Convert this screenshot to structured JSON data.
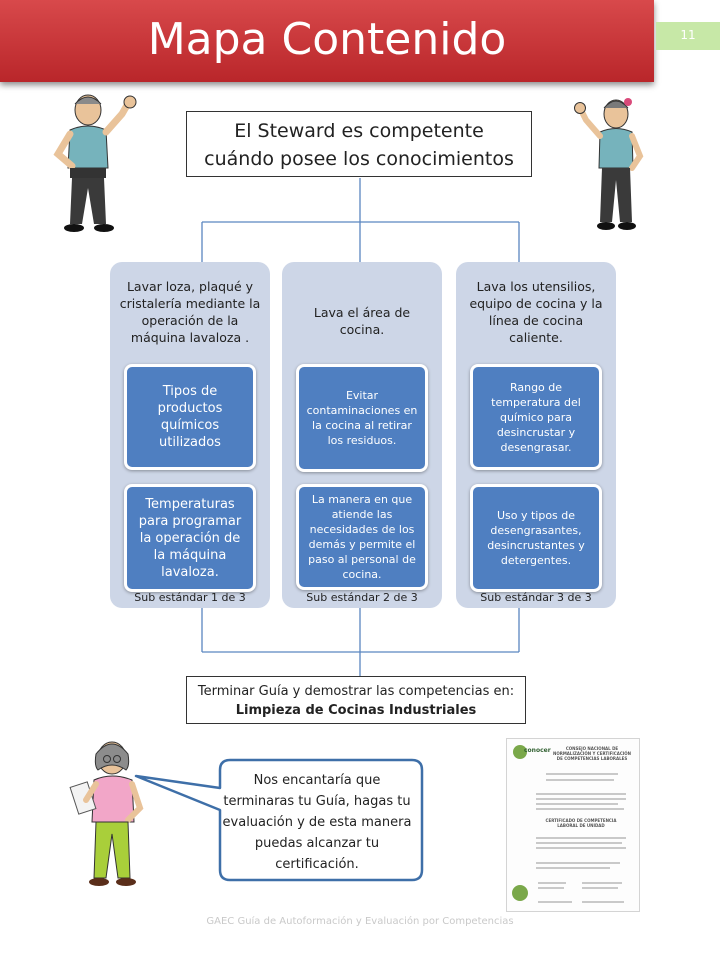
{
  "header": {
    "title": "Mapa Contenido",
    "page_number": "11"
  },
  "top_box": {
    "line1": "El Steward es competente",
    "line2": "cuándo posee los conocimientos"
  },
  "columns": [
    {
      "heading": "Lavar loza, plaqué y cristalería mediante la operación de la máquina lavaloza .",
      "cards": [
        "Tipos de productos químicos utilizados",
        "Temperaturas para programar la operación de la máquina lavaloza."
      ],
      "label": "Sub estándar  1 de 3"
    },
    {
      "heading": "Lava el área de cocina.",
      "cards": [
        "Evitar contaminaciones en la cocina al retirar los residuos.",
        "La manera en que atiende las necesidades de los demás y permite el paso al personal de cocina."
      ],
      "label": "Sub estándar  2 de 3"
    },
    {
      "heading": "Lava los utensilios, equipo de cocina y la línea de cocina caliente.",
      "cards": [
        "Rango de temperatura del químico para desincrustar y desengrasar.",
        "Uso y tipos de desengrasantes, desincrustantes y detergentes."
      ],
      "label": "Sub estándar 3 de 3"
    }
  ],
  "bottom_box": {
    "line1": "Terminar Guía y demostrar las competencias en:",
    "line2": "Limpieza de Cocinas Industriales"
  },
  "speech_bubble": {
    "text": "Nos encantaría que terminaras tu Guía, hagas tu evaluación y de esta manera puedas alcanzar tu certificación."
  },
  "certificate": {
    "logo": "conocer",
    "heading": "CONSEJO NACIONAL DE NORMALIZACIÓN Y CERTIFICACIÓN DE COMPETENCIAS LABORALES",
    "subheading": "CERTIFICADO DE COMPETENCIA LABORAL DE UNIDAD"
  },
  "footer": {
    "text": "GAEC Guía de Autoformación y Evaluación por Competencias"
  },
  "colors": {
    "title_red": "#c0302f",
    "column_bg": "#cdd6e7",
    "card_blue": "#4f7fc1",
    "connector": "#5a86c0",
    "page_badge": "#c7e8a7"
  }
}
